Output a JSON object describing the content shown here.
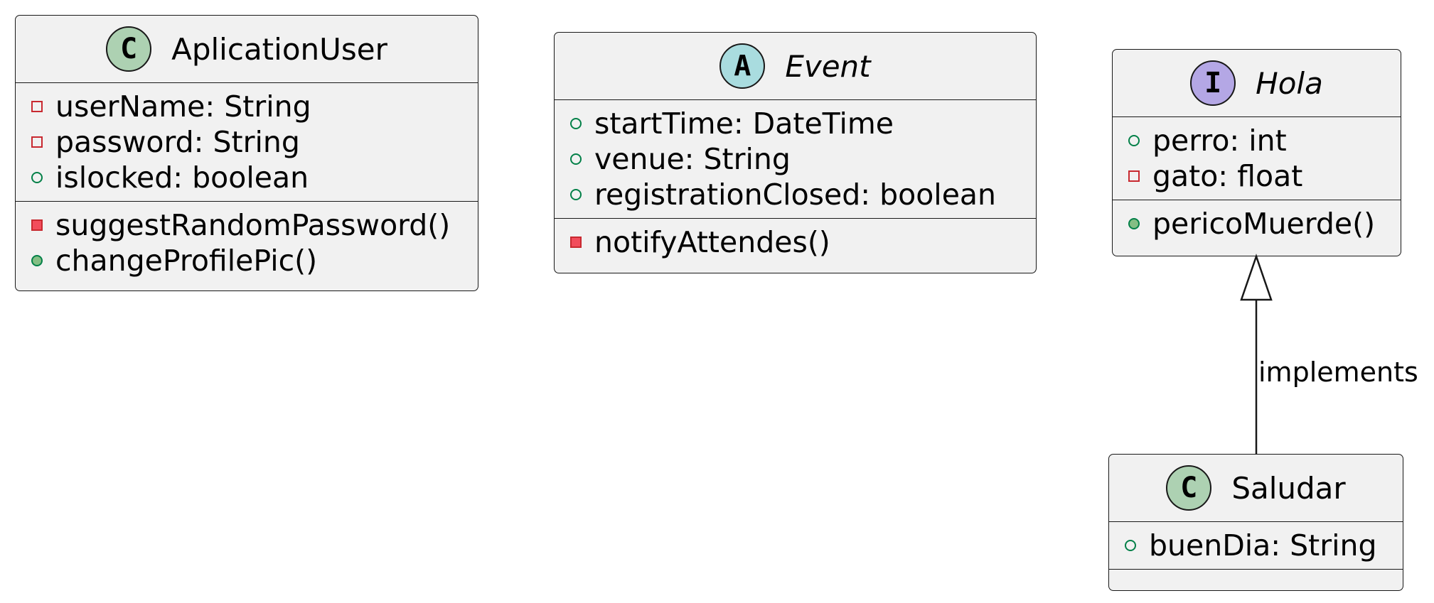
{
  "diagram": {
    "classes": {
      "aplication_user": {
        "stereotype_icon": "C",
        "stereotype_color": "#add1b2",
        "name": "AplicationUser",
        "fields": [
          {
            "visibility": "private",
            "text": "userName: String"
          },
          {
            "visibility": "private",
            "text": "password: String"
          },
          {
            "visibility": "public",
            "text": "islocked: boolean"
          }
        ],
        "methods": [
          {
            "visibility": "private",
            "text": "suggestRandomPassword()"
          },
          {
            "visibility": "public",
            "text": "changeProfilePic()"
          }
        ]
      },
      "event": {
        "stereotype_icon": "A",
        "stereotype_color": "#a9dcdf",
        "name": "Event",
        "fields": [
          {
            "visibility": "public",
            "text": "startTime: DateTime"
          },
          {
            "visibility": "public",
            "text": "venue: String"
          },
          {
            "visibility": "public",
            "text": "registrationClosed: boolean"
          }
        ],
        "methods": [
          {
            "visibility": "private",
            "text": "notifyAttendes()"
          }
        ]
      },
      "hola": {
        "stereotype_icon": "I",
        "stereotype_color": "#b4a7e5",
        "name": "Hola",
        "fields": [
          {
            "visibility": "public",
            "text": "perro: int"
          },
          {
            "visibility": "private",
            "text": "gato: float"
          }
        ],
        "methods": [
          {
            "visibility": "public",
            "text": "pericoMuerde()"
          }
        ]
      },
      "saludar": {
        "stereotype_icon": "C",
        "stereotype_color": "#add1b2",
        "name": "Saludar",
        "fields": [
          {
            "visibility": "public",
            "text": "buenDia: String"
          }
        ],
        "methods": []
      }
    },
    "relation": {
      "from": "Saludar",
      "to": "Hola",
      "kind": "realization",
      "label": "implements"
    }
  }
}
